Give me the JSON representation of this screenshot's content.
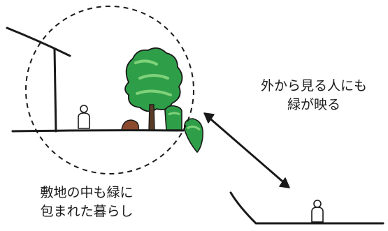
{
  "captions": {
    "left_line1": "敷地の中も緑に",
    "left_line2": "包まれた暮らし",
    "right_line1": "外から見る人にも",
    "right_line2": "緑が映る"
  },
  "colors": {
    "ink": "#1a1a1a",
    "tree_green": "#2f9e49",
    "leaf_light": "#7fd27a",
    "trunk": "#5a3b25",
    "shrub_red": "#8b4a2d"
  }
}
